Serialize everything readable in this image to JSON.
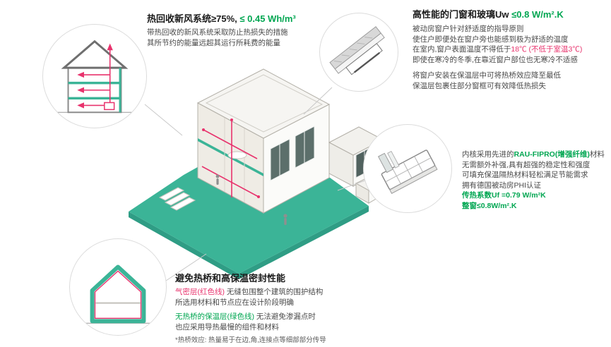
{
  "colors": {
    "teal_ground": "#3bb497",
    "teal_dark": "#2f9d85",
    "accent_green_text": "#00a651",
    "accent_red": "#e8336d",
    "title_dark": "#1a1a1a",
    "body_gray": "#4a4a4a"
  },
  "illustrations": {
    "main": "passive-house-isometric-cutaway",
    "top_left": "heat-recovery-ventilation-house-section",
    "top_right": "window-installation-corner-detail",
    "middle_right": "window-frame-profile",
    "bottom_left": "thermal-envelope-house-section"
  },
  "callouts": {
    "heat_recovery": {
      "title_dark": "热回收新风系统≥75%,",
      "title_green": " ≤ 0.45 Wh/m³",
      "line1": "带热回收的新风系统采取防止热损失的措施",
      "line2": "其所节约的能量远超其运行所耗费的能量"
    },
    "windows": {
      "title_dark": "高性能的门窗和玻璃Uw ",
      "title_green": "≤0.8 W/m².K",
      "line1": "被动房窗户针对舒适度的指导原则",
      "line2": "使住户即便处在窗户旁也能感到极为舒适的温度",
      "line3_dark": "在室内,窗户表面温度不得低于",
      "line3_red": "18℃ (不低于室温3℃)",
      "line4": "即使在寒冷的冬季,在靠近窗户部位也无寒冷不适感",
      "line5": "将窗户安装在保温层中可将热桥效应降至最低",
      "line6": "保温层包裹住部分窗框可有效降低热损失"
    },
    "profile": {
      "line1_dark": "内核采用先进的",
      "line1_green": "RAU-FIPRO(增强纤维)",
      "line1_dark2": "材料",
      "line2": "无需额外补强,具有超强的稳定性和强度",
      "line3": "可填充保温隔热材料轻松满足节能需求",
      "line4": "拥有德国被动房PHI认证",
      "line5": "传热系数Uf =0.79 W/m²K",
      "line6": "整窗≤0.8W/m².K"
    },
    "thermal": {
      "title": "避免热桥和高保温密封性能",
      "line1_red": "气密层(红色线)",
      "line1_rest": " 无缝包围整个建筑的围护结构",
      "line2": "所选用材料和节点应在设计阶段明确",
      "line3_green": "无热桥的保温层(绿色线)",
      "line3_rest": " 无法避免渗漏点时",
      "line4": "也应采用导热最慢的组件和材料",
      "footnote": "*热桥效应: 热量易于在边,角,连接点等细部部分传导"
    }
  }
}
